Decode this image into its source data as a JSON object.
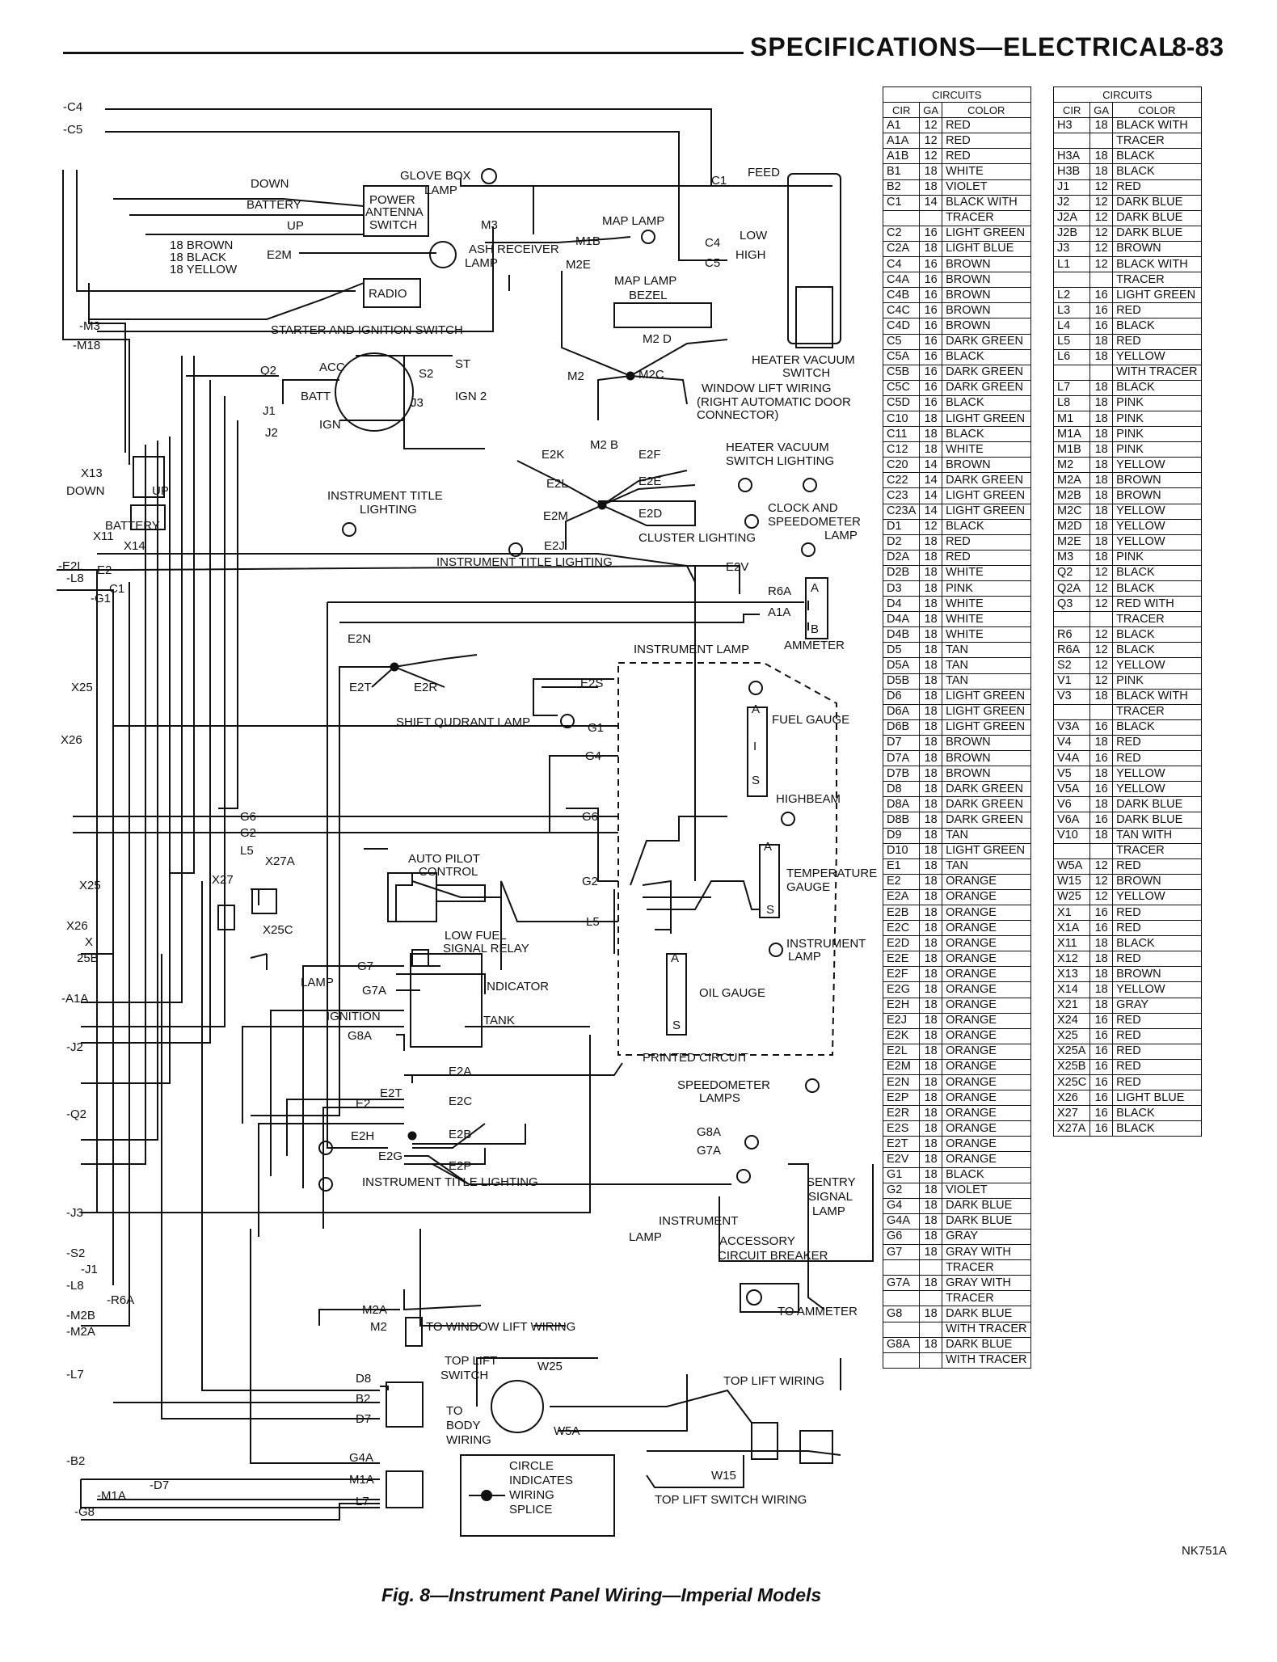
{
  "header": {
    "title": "SPECIFICATIONS—ELECTRICAL",
    "page_number": "8-83"
  },
  "caption": "Fig. 8—Instrument Panel Wiring—Imperial Models",
  "figure_id": "NK751A",
  "table": {
    "group_header": "CIRCUITS",
    "col_cir": "CIR",
    "col_ga": "GA",
    "col_color": "COLOR",
    "left": [
      [
        "A1",
        "12",
        "RED"
      ],
      [
        "A1A",
        "12",
        "RED"
      ],
      [
        "A1B",
        "12",
        "RED"
      ],
      [
        "B1",
        "18",
        "WHITE"
      ],
      [
        "B2",
        "18",
        "VIOLET"
      ],
      [
        "C1",
        "14",
        "BLACK WITH"
      ],
      [
        "",
        "",
        "TRACER"
      ],
      [
        "C2",
        "16",
        "LIGHT GREEN"
      ],
      [
        "C2A",
        "18",
        "LIGHT BLUE"
      ],
      [
        "C4",
        "16",
        "BROWN"
      ],
      [
        "C4A",
        "16",
        "BROWN"
      ],
      [
        "C4B",
        "16",
        "BROWN"
      ],
      [
        "C4C",
        "16",
        "BROWN"
      ],
      [
        "C4D",
        "16",
        "BROWN"
      ],
      [
        "C5",
        "16",
        "DARK GREEN"
      ],
      [
        "C5A",
        "16",
        "BLACK"
      ],
      [
        "C5B",
        "16",
        "DARK GREEN"
      ],
      [
        "C5C",
        "16",
        "DARK GREEN"
      ],
      [
        "C5D",
        "16",
        "BLACK"
      ],
      [
        "C10",
        "18",
        "LIGHT GREEN"
      ],
      [
        "C11",
        "18",
        "BLACK"
      ],
      [
        "C12",
        "18",
        "WHITE"
      ],
      [
        "C20",
        "14",
        "BROWN"
      ],
      [
        "C22",
        "14",
        "DARK GREEN"
      ],
      [
        "C23",
        "14",
        "LIGHT GREEN"
      ],
      [
        "C23A",
        "14",
        "LIGHT GREEN"
      ],
      [
        "D1",
        "12",
        "BLACK"
      ],
      [
        "D2",
        "18",
        "RED"
      ],
      [
        "D2A",
        "18",
        "RED"
      ],
      [
        "D2B",
        "18",
        "WHITE"
      ],
      [
        "D3",
        "18",
        "PINK"
      ],
      [
        "D4",
        "18",
        "WHITE"
      ],
      [
        "D4A",
        "18",
        "WHITE"
      ],
      [
        "D4B",
        "18",
        "WHITE"
      ],
      [
        "D5",
        "18",
        "TAN"
      ],
      [
        "D5A",
        "18",
        "TAN"
      ],
      [
        "D5B",
        "18",
        "TAN"
      ],
      [
        "D6",
        "18",
        "LIGHT GREEN"
      ],
      [
        "D6A",
        "18",
        "LIGHT GREEN"
      ],
      [
        "D6B",
        "18",
        "LIGHT GREEN"
      ],
      [
        "D7",
        "18",
        "BROWN"
      ],
      [
        "D7A",
        "18",
        "BROWN"
      ],
      [
        "D7B",
        "18",
        "BROWN"
      ],
      [
        "D8",
        "18",
        "DARK GREEN"
      ],
      [
        "D8A",
        "18",
        "DARK GREEN"
      ],
      [
        "D8B",
        "18",
        "DARK GREEN"
      ],
      [
        "D9",
        "18",
        "TAN"
      ],
      [
        "D10",
        "18",
        "LIGHT GREEN"
      ],
      [
        "E1",
        "18",
        "TAN"
      ],
      [
        "E2",
        "18",
        "ORANGE"
      ],
      [
        "E2A",
        "18",
        "ORANGE"
      ],
      [
        "E2B",
        "18",
        "ORANGE"
      ],
      [
        "E2C",
        "18",
        "ORANGE"
      ],
      [
        "E2D",
        "18",
        "ORANGE"
      ],
      [
        "E2E",
        "18",
        "ORANGE"
      ],
      [
        "E2F",
        "18",
        "ORANGE"
      ],
      [
        "E2G",
        "18",
        "ORANGE"
      ],
      [
        "E2H",
        "18",
        "ORANGE"
      ],
      [
        "E2J",
        "18",
        "ORANGE"
      ],
      [
        "E2K",
        "18",
        "ORANGE"
      ],
      [
        "E2L",
        "18",
        "ORANGE"
      ],
      [
        "E2M",
        "18",
        "ORANGE"
      ],
      [
        "E2N",
        "18",
        "ORANGE"
      ],
      [
        "E2P",
        "18",
        "ORANGE"
      ],
      [
        "E2R",
        "18",
        "ORANGE"
      ],
      [
        "E2S",
        "18",
        "ORANGE"
      ],
      [
        "E2T",
        "18",
        "ORANGE"
      ],
      [
        "E2V",
        "18",
        "ORANGE"
      ],
      [
        "G1",
        "18",
        "BLACK"
      ],
      [
        "G2",
        "18",
        "VIOLET"
      ],
      [
        "G4",
        "18",
        "DARK BLUE"
      ],
      [
        "G4A",
        "18",
        "DARK BLUE"
      ],
      [
        "G6",
        "18",
        "GRAY"
      ],
      [
        "G7",
        "18",
        "GRAY WITH"
      ],
      [
        "",
        "",
        "TRACER"
      ],
      [
        "G7A",
        "18",
        "GRAY WITH"
      ],
      [
        "",
        "",
        "TRACER"
      ],
      [
        "G8",
        "18",
        "DARK BLUE"
      ],
      [
        "",
        "",
        "WITH TRACER"
      ],
      [
        "G8A",
        "18",
        "DARK BLUE"
      ],
      [
        "",
        "",
        "WITH TRACER"
      ]
    ],
    "right": [
      [
        "H3",
        "18",
        "BLACK WITH"
      ],
      [
        "",
        "",
        "TRACER"
      ],
      [
        "H3A",
        "18",
        "BLACK"
      ],
      [
        "H3B",
        "18",
        "BLACK"
      ],
      [
        "J1",
        "12",
        "RED"
      ],
      [
        "J2",
        "12",
        "DARK BLUE"
      ],
      [
        "J2A",
        "12",
        "DARK BLUE"
      ],
      [
        "J2B",
        "12",
        "DARK BLUE"
      ],
      [
        "J3",
        "12",
        "BROWN"
      ],
      [
        "L1",
        "12",
        "BLACK WITH"
      ],
      [
        "",
        "",
        "TRACER"
      ],
      [
        "L2",
        "16",
        "LIGHT GREEN"
      ],
      [
        "L3",
        "16",
        "RED"
      ],
      [
        "L4",
        "16",
        "BLACK"
      ],
      [
        "L5",
        "18",
        "RED"
      ],
      [
        "L6",
        "18",
        "YELLOW"
      ],
      [
        "",
        "",
        "WITH TRACER"
      ],
      [
        "L7",
        "18",
        "BLACK"
      ],
      [
        "L8",
        "18",
        "PINK"
      ],
      [
        "M1",
        "18",
        "PINK"
      ],
      [
        "M1A",
        "18",
        "PINK"
      ],
      [
        "M1B",
        "18",
        "PINK"
      ],
      [
        "M2",
        "18",
        "YELLOW"
      ],
      [
        "M2A",
        "18",
        "BROWN"
      ],
      [
        "M2B",
        "18",
        "BROWN"
      ],
      [
        "M2C",
        "18",
        "YELLOW"
      ],
      [
        "M2D",
        "18",
        "YELLOW"
      ],
      [
        "M2E",
        "18",
        "YELLOW"
      ],
      [
        "M3",
        "18",
        "PINK"
      ],
      [
        "Q2",
        "12",
        "BLACK"
      ],
      [
        "Q2A",
        "12",
        "BLACK"
      ],
      [
        "Q3",
        "12",
        "RED WITH"
      ],
      [
        "",
        "",
        "TRACER"
      ],
      [
        "R6",
        "12",
        "BLACK"
      ],
      [
        "R6A",
        "12",
        "BLACK"
      ],
      [
        "S2",
        "12",
        "YELLOW"
      ],
      [
        "V1",
        "12",
        "PINK"
      ],
      [
        "V3",
        "18",
        "BLACK WITH"
      ],
      [
        "",
        "",
        "TRACER"
      ],
      [
        "V3A",
        "16",
        "BLACK"
      ],
      [
        "V4",
        "18",
        "RED"
      ],
      [
        "V4A",
        "16",
        "RED"
      ],
      [
        "V5",
        "18",
        "YELLOW"
      ],
      [
        "V5A",
        "16",
        "YELLOW"
      ],
      [
        "V6",
        "18",
        "DARK BLUE"
      ],
      [
        "V6A",
        "16",
        "DARK BLUE"
      ],
      [
        "V10",
        "18",
        "TAN WITH"
      ],
      [
        "",
        "",
        "TRACER"
      ],
      [
        "W5A",
        "12",
        "RED"
      ],
      [
        "W15",
        "12",
        "BROWN"
      ],
      [
        "W25",
        "12",
        "YELLOW"
      ],
      [
        "X1",
        "16",
        "RED"
      ],
      [
        "X1A",
        "16",
        "RED"
      ],
      [
        "X11",
        "18",
        "BLACK"
      ],
      [
        "X12",
        "18",
        "RED"
      ],
      [
        "X13",
        "18",
        "BROWN"
      ],
      [
        "X14",
        "18",
        "YELLOW"
      ],
      [
        "X21",
        "18",
        "GRAY"
      ],
      [
        "X24",
        "16",
        "RED"
      ],
      [
        "X25",
        "16",
        "RED"
      ],
      [
        "X25A",
        "16",
        "RED"
      ],
      [
        "X25B",
        "16",
        "RED"
      ],
      [
        "X25C",
        "16",
        "RED"
      ],
      [
        "X26",
        "16",
        "LIGHT BLUE"
      ],
      [
        "X27",
        "16",
        "BLACK"
      ],
      [
        "X27A",
        "16",
        "BLACK"
      ]
    ]
  },
  "labels": {
    "glove_box_lamp": [
      "GLOVE BOX",
      "LAMP"
    ],
    "power_antenna_switch": [
      "POWER",
      "ANTENNA",
      "SWITCH"
    ],
    "down": "DOWN",
    "battery": "BATTERY",
    "up": "UP",
    "m3": "M3",
    "feed": "FEED",
    "c1": "C1",
    "low": "LOW",
    "high": "HIGH",
    "c4": "C4",
    "c5": "C5",
    "wire_brown": "18 BROWN",
    "wire_black": "18 BLACK",
    "wire_yellow": "18 YELLOW",
    "e2m": "E2M",
    "ash_receiver_lamp": [
      "ASH RECEIVER",
      "LAMP"
    ],
    "m1b": "M1B",
    "m2e": "M2E",
    "map_lamp": "MAP LAMP",
    "map_lamp_bezel": [
      "MAP LAMP",
      "BEZEL"
    ],
    "radio": "RADIO",
    "starter_ignition_switch": "STARTER AND IGNITION SWITCH",
    "q2": "Q2",
    "acc": "ACC",
    "s2": "S2",
    "st": "ST",
    "batt": "BATT",
    "j1": "J1",
    "j2": "J2",
    "ign": "IGN",
    "j3": "J3",
    "ign2": "IGN 2",
    "m2d": "M2 D",
    "m2": "M2",
    "m2c": "M2C",
    "m2b": "M2 B",
    "heater_vacuum_switch": [
      "HEATER VACUUM",
      "SWITCH"
    ],
    "window_lift_wiring": [
      "WINDOW LIFT WIRING",
      "(RIGHT AUTOMATIC DOOR",
      "CONNECTOR)"
    ],
    "heater_vacuum_switch_lighting": [
      "HEATER VACUUM",
      "SWITCH LIGHTING"
    ],
    "e2k": "E2K",
    "e2f": "E2F",
    "e2l": "E2L",
    "e2e": "E2E",
    "e2d": "E2D",
    "clock_speedometer_lamp": [
      "CLOCK AND",
      "SPEEDOMETER",
      "LAMP"
    ],
    "instrument_title_lighting_a": [
      "INSTRUMENT TITLE",
      "LIGHTING"
    ],
    "e2j": "E2J",
    "cluster_lighting": "CLUSTER LIGHTING",
    "instrument_title_lighting_b": "INSTRUMENT TITLE LIGHTING",
    "e2v": "E2V",
    "r6a": "R6A",
    "a1a": "A1A",
    "term_a": "A",
    "term_b": "B",
    "ammeter": "AMMETER",
    "e2n": "E2N",
    "e2t": "E2T",
    "e2r": "E2R",
    "e2s": "E2S",
    "instrument_lamp": "INSTRUMENT LAMP",
    "shift_quadrant_lamp": "SHIFT QUDRANT LAMP",
    "g1": "G1",
    "g4": "G4",
    "g6": "G6",
    "g2": "G2",
    "l5": "L5",
    "fuel_gauge": "FUEL GAUGE",
    "term_i": "I",
    "term_s": "S",
    "highbeam": "HIGHBEAM",
    "temperature_gauge": [
      "TEMPERATURE",
      "GAUGE"
    ],
    "instrument_lamp_b": [
      "INSTRUMENT",
      "LAMP"
    ],
    "oil_gauge": "OIL GAUGE",
    "printed_circuit": "PRINTED CIRCUIT",
    "x27a": "X27A",
    "x27": "X27",
    "x25c": "X25C",
    "auto_pilot_control": [
      "AUTO PILOT",
      "CONTROL"
    ],
    "low_fuel_signal_relay": [
      "LOW FUEL",
      "SIGNAL RELAY"
    ],
    "g7": "G7",
    "g7a": "G7A",
    "g8a": "G8A",
    "lamp": "LAMP",
    "ignition": "IGNITION",
    "indicator": "INDICATOR",
    "tank": "TANK",
    "e2a": "E2A",
    "e2c": "E2C",
    "e2": "E2",
    "e2h": "E2H",
    "e2b": "E2B",
    "e2g": "E2G",
    "e2p": "E2P",
    "speedometer_lamps": [
      "SPEEDOMETER",
      "LAMPS"
    ],
    "instrument_title_lighting_c": "INSTRUMENT TITLE LIGHTING",
    "sentry_signal_lamp": [
      "SENTRY",
      "SIGNAL",
      "LAMP"
    ],
    "instrument_lamp_c": [
      "INSTRUMENT",
      "LAMP"
    ],
    "accessory_circuit_breaker": [
      "ACCESSORY",
      "CIRCUIT BREAKER"
    ],
    "to_ammeter": "TO AMMETER",
    "m2a": "M2A",
    "to_window_lift_wiring": "TO WINDOW LIFT WIRING",
    "top_lift_switch": [
      "TOP LIFT",
      "SWITCH"
    ],
    "w25": "W25",
    "to_body_wiring": [
      "TO",
      "BODY",
      "WIRING"
    ],
    "w5a": "W5A",
    "w15": "W15",
    "top_lift_wiring": "TOP LIFT WIRING",
    "top_lift_switch_wiring": "TOP LIFT SWITCH WIRING",
    "d8": "D8",
    "b2": "B2",
    "d7": "D7",
    "g4a": "G4A",
    "m1a": "M1A",
    "l7": "L7",
    "legend_splice": [
      "CIRCLE",
      "INDICATES",
      "WIRING",
      "SPLICE"
    ],
    "x13": "X13",
    "x11": "X11",
    "x14": "X14",
    "x25": "X25",
    "x26": "X26",
    "x25b": "25B",
    "x_mark": "X"
  },
  "left_edge_labels": [
    "C4",
    "C5",
    "M3",
    "M18",
    "E2L",
    "L8",
    "G1",
    "A1A",
    "J2",
    "Q2",
    "J3",
    "S2",
    "J1",
    "L8",
    "R6A",
    "M2B",
    "M2A",
    "L7",
    "B2",
    "D7",
    "M1A",
    "G8"
  ],
  "edge_label_prefix": "-"
}
